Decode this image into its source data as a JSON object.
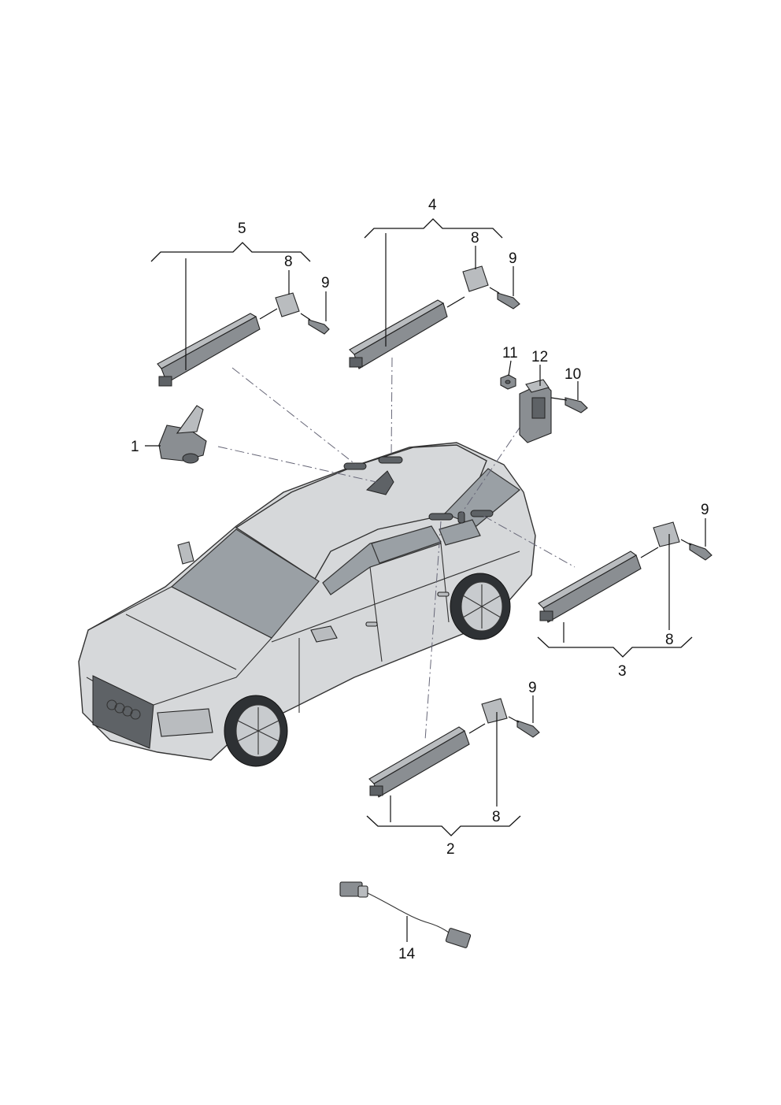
{
  "callouts": {
    "c1": "1",
    "c2": "2",
    "c3": "3",
    "c4": "4",
    "c5": "5",
    "c8a": "8",
    "c8b": "8",
    "c8c": "8",
    "c8d": "8",
    "c9a": "9",
    "c9b": "9",
    "c9c": "9",
    "c9d": "9",
    "c10": "10",
    "c11": "11",
    "c12": "12",
    "c14": "14"
  },
  "colors": {
    "line": "#111111",
    "part": "#8a8e92",
    "car_body": "#d6d8da",
    "glass": "#9aa0a5"
  }
}
